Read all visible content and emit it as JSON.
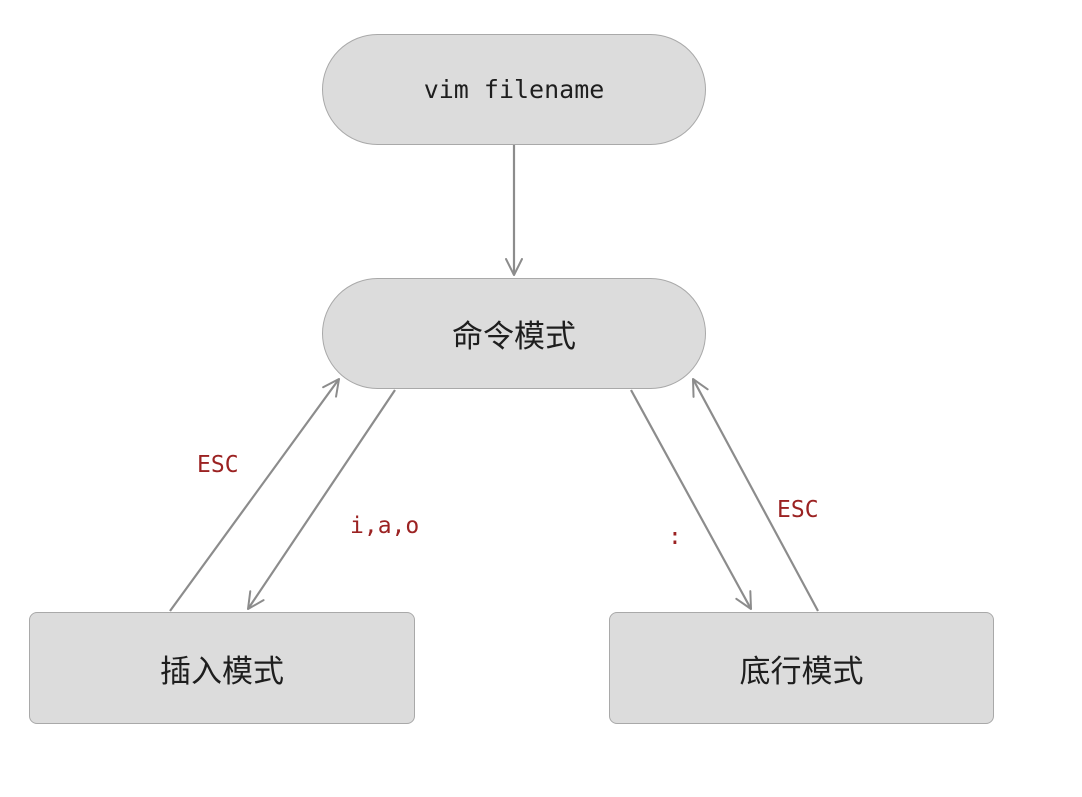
{
  "nodes": {
    "start": "vim filename",
    "command_mode": "命令模式",
    "insert_mode": "插入模式",
    "last_line_mode": "底行模式"
  },
  "edges": {
    "insert_to_command": "ESC",
    "command_to_insert": "i,a,o",
    "command_to_last_line": ":",
    "last_line_to_command": "ESC"
  },
  "colors": {
    "node_fill": "#dcdcdc",
    "node_border": "#a9a9a9",
    "edge": "#8c8c8c",
    "label": "#9b2222"
  }
}
